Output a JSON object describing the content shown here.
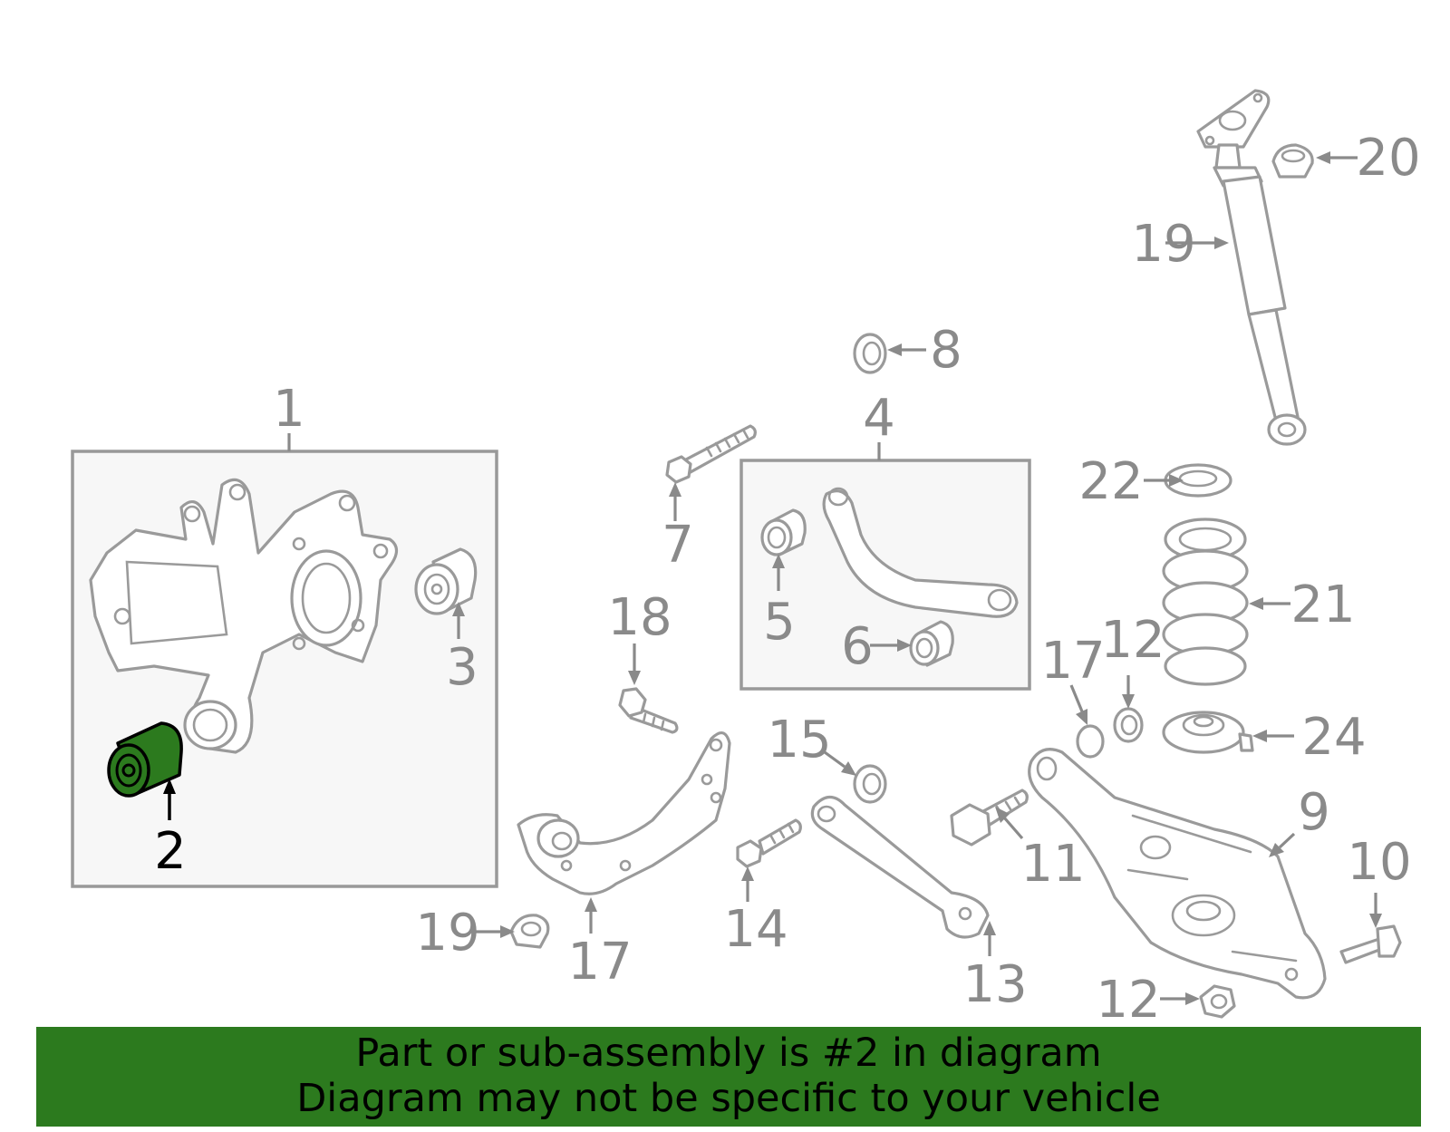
{
  "diagram": {
    "highlighted_part": "2",
    "highlight_color": "#2c7a1e",
    "callouts": [
      "1",
      "2",
      "3",
      "4",
      "5",
      "6",
      "7",
      "8",
      "9",
      "10",
      "11",
      "12",
      "12",
      "13",
      "14",
      "15",
      "16",
      "17",
      "18",
      "19",
      "20",
      "21",
      "22",
      "23",
      "24"
    ]
  },
  "footer": {
    "line1": "Part or sub-assembly is #2 in diagram",
    "line2": "Diagram may not be specific to your vehicle",
    "background": "#2c7a1e"
  }
}
